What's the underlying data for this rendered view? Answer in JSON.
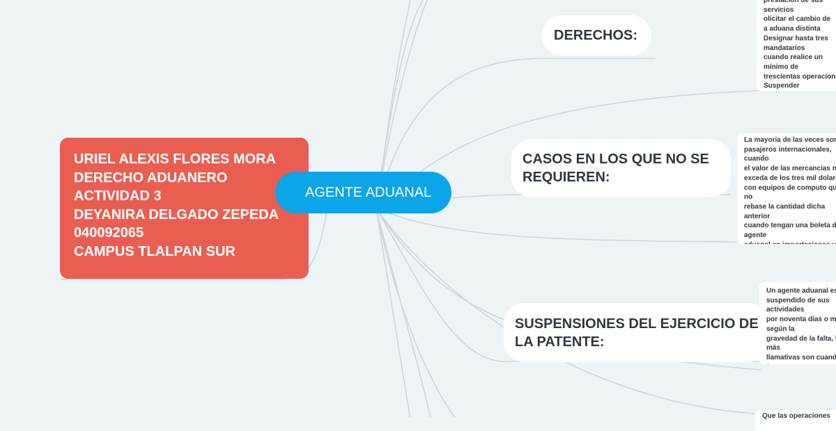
{
  "map": {
    "central_topic": "AGENTE ADUANAL",
    "author_note": "URIEL ALEXIS FLORES MORA\nDERECHO ADUANERO\nACTIVIDAD 3\nDEYANIRA DELGADO ZEPEDA\n040092065\nCAMPUS TLALPAN SUR",
    "topics": {
      "derechos": "DERECHOS:",
      "casos": "CASOS EN LOS QUE NO SE REQUIEREN:",
      "suspensiones": "SUSPENSIONES DEL EJERCICIO DE LA PATENTE:"
    },
    "notes": {
      "derechos_note": "prestación de sus servicios\nolicitar el cambio de\na aduana distinta\nDesignar hasta tres mandatarios\ncuando realice un mínimo de\ntrescientas operaciones\nSuspender voluntariamente sus\nactividades, previa autorización\nde las autoridades aduaneras",
      "casos_note": "La mayoria de las veces son\npasajeros internacionales, cuando\nel valor de las mercancías no\nexceda de los tres mil dolares\ncon equipos de computo que no\nrebase la cantidad dicha anterior\ncuando tengan una boleta de agente\naduanal en importaciones y\nexportaciones sobre la via postal\ny sobre importaciones de\nsemiremolques o remolques",
      "suspensiones_note": "Un agente aduanal es\nsuspendido de sus actividades\npor noventa días o más según la\ngravedad de la falta, las más\nllamativas son cuando forman\nparte de algo ilegal o cuando\ndejas de hacer las actividades\nque les corresponden",
      "bottom_note": "Que las operaciones"
    }
  },
  "colors": {
    "background": "#eef3f6",
    "central": "#0ba5e8",
    "author": "#ea5e52",
    "topic_bg": "#ffffff",
    "link": "#cdd5d9"
  }
}
